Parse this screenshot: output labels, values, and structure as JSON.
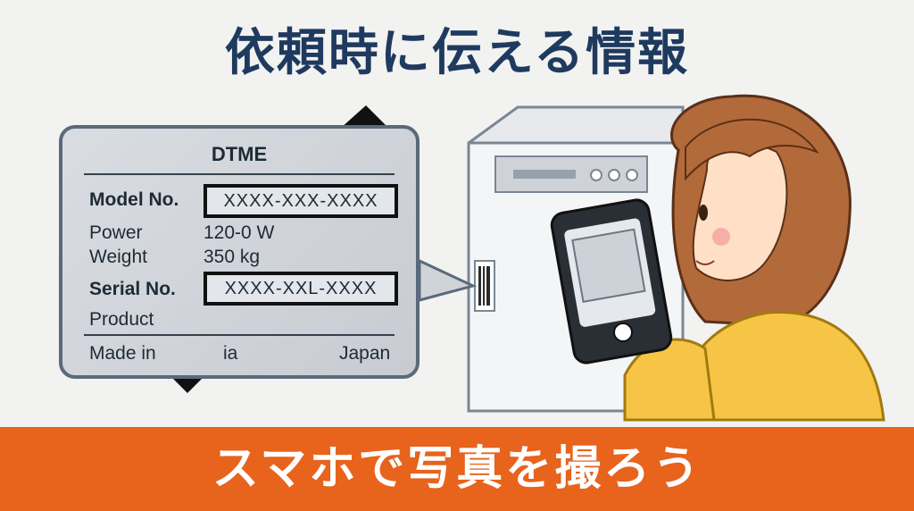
{
  "heading": "依頼時に伝える情報",
  "label": {
    "brand": "DTME",
    "rows": {
      "model_label": "Model No.",
      "model_value": "XXXX-XXX-XXXX",
      "power_label": "Power",
      "power_value": "120-0 W",
      "weight_label": "Weight",
      "weight_value": "350 kg",
      "serial_label": "Serial No.",
      "serial_value": "XXXX-XXL-XXXX",
      "product_label": "Product",
      "made_in_label": "Made in",
      "made_in_fragment": "ia",
      "origin_value": "Japan"
    }
  },
  "footer": {
    "text": "スマホで写真を撮ろう"
  },
  "colors": {
    "title": "#1f3a5f",
    "footer_bg": "#e8631c",
    "card_border": "#5a6a7a",
    "card_fill": "#d0d4d9",
    "arrow": "#111111"
  }
}
